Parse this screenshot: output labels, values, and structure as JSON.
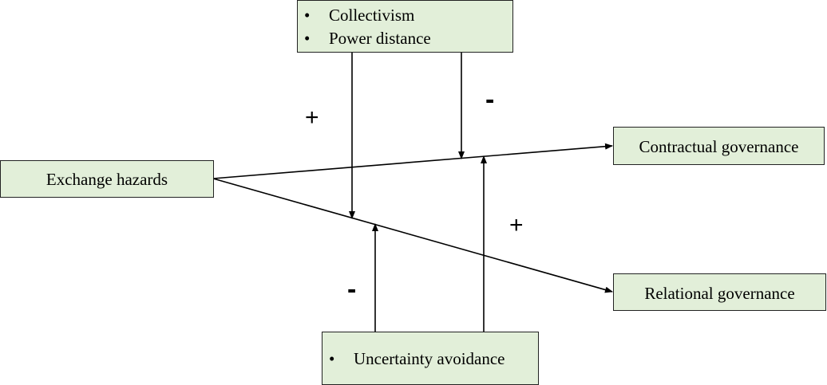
{
  "nodes": {
    "cultural_moderators": {
      "bullet": "•",
      "items": [
        "Collectivism",
        "Power distance"
      ]
    },
    "exchange_hazards": {
      "label": "Exchange hazards"
    },
    "contractual_governance": {
      "label": "Contractual governance"
    },
    "relational_governance": {
      "label": "Relational governance"
    },
    "uncertainty_avoidance": {
      "bullet": "•",
      "items": [
        "Uncertainty avoidance"
      ]
    }
  },
  "edges": [
    {
      "from": "exchange_hazards",
      "to": "contractual_governance"
    },
    {
      "from": "exchange_hazards",
      "to": "relational_governance"
    },
    {
      "from": "cultural_moderators",
      "to": "exchange_hazards->relational_governance",
      "sign": "+"
    },
    {
      "from": "cultural_moderators",
      "to": "exchange_hazards->contractual_governance",
      "sign": "-"
    },
    {
      "from": "uncertainty_avoidance",
      "to": "exchange_hazards->relational_governance",
      "sign": "-"
    },
    {
      "from": "uncertainty_avoidance",
      "to": "exchange_hazards->contractual_governance",
      "sign": "+"
    }
  ],
  "signs": {
    "plus_left": "+",
    "minus_top": "-",
    "plus_right": "+",
    "minus_bottom": "-"
  }
}
